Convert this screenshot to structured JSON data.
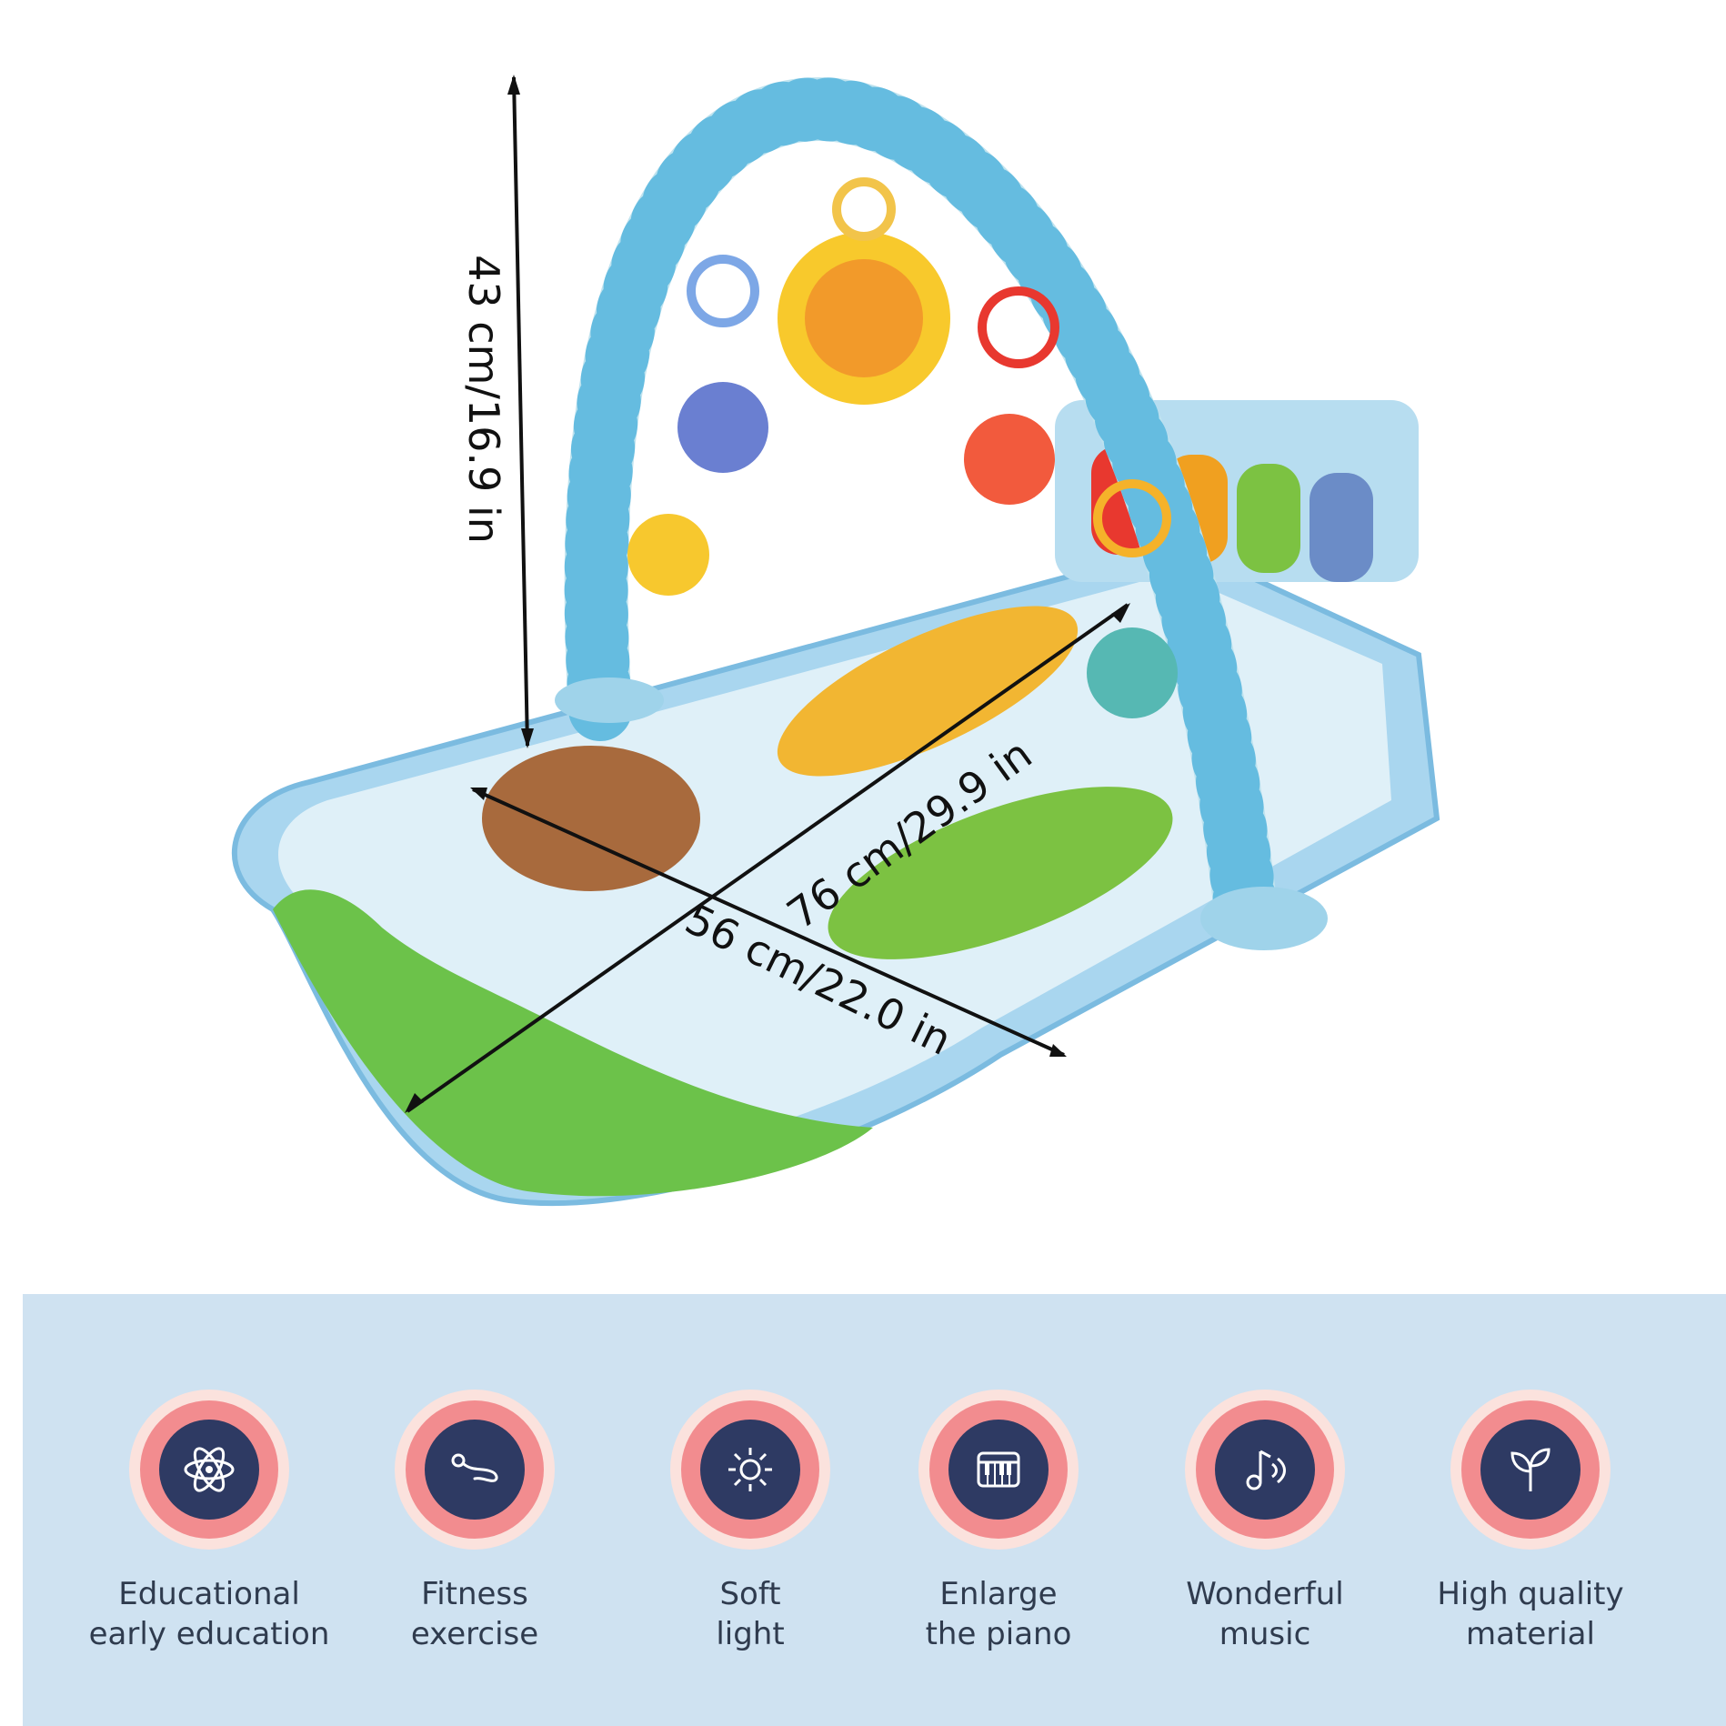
{
  "dimensions": {
    "height": "43 cm/16.9 in",
    "length": "76 cm/29.9 in",
    "width": "56 cm/22.0 in"
  },
  "features": [
    {
      "icon": "atom-icon",
      "line1": "Educational",
      "line2": "early education"
    },
    {
      "icon": "fitness-person-icon",
      "line1": "Fitness",
      "line2": "exercise"
    },
    {
      "icon": "sun-light-icon",
      "line1": "Soft",
      "line2": "light"
    },
    {
      "icon": "piano-keyboard-icon",
      "line1": "Enlarge",
      "line2": "the piano"
    },
    {
      "icon": "music-note-icon",
      "line1": "Wonderful",
      "line2": "music"
    },
    {
      "icon": "sprout-leaf-icon",
      "line1": "High quality",
      "line2": "material"
    }
  ],
  "colors": {
    "panel_background": "#cfe2f1",
    "badge_outer": "#fbe2dd",
    "badge_ring": "#f28c8f",
    "badge_core": "#2e3a63",
    "label_text": "#2f3b4e"
  }
}
